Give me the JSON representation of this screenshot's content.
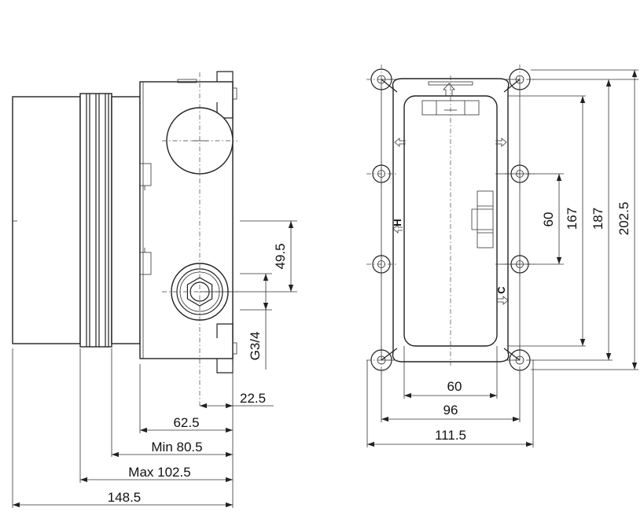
{
  "colors": {
    "line": "#222222",
    "background": "#ffffff"
  },
  "side_view": {
    "dims": {
      "d_22_5": "22.5",
      "d_62_5": "62.5",
      "d_min": "Min 80.5",
      "d_max": "Max 102.5",
      "d_148_5": "148.5",
      "d_49_5": "49.5",
      "thread": "G3/4"
    }
  },
  "front_view": {
    "dims": {
      "w_60": "60",
      "w_96": "96",
      "w_111_5": "111.5",
      "h_60": "60",
      "h_167": "167",
      "h_187": "187",
      "h_202_5": "202.5"
    },
    "marks": {
      "hot": "H",
      "cold": "C"
    }
  }
}
